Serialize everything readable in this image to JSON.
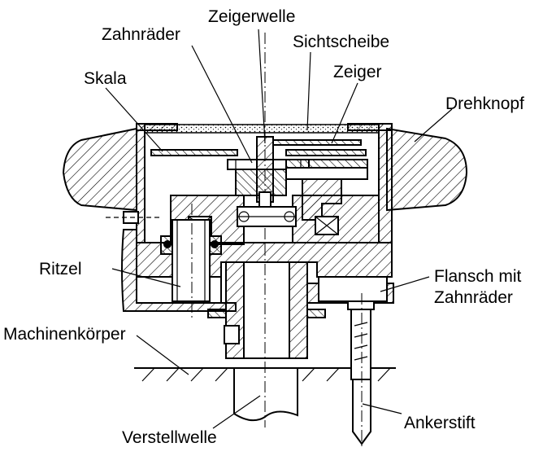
{
  "labels": {
    "zeigerwelle": "Zeigerwelle",
    "zahnraeder": "Zahnräder",
    "sichtscheibe": "Sichtscheibe",
    "zeiger": "Zeiger",
    "skala": "Skala",
    "drehknopf": "Drehknopf",
    "ritzel": "Ritzel",
    "flansch_line1": "Flansch mit",
    "flansch_line2": "Zahnräder",
    "maschinenkoerper": "Machinenkörper",
    "ankerstift": "Ankerstift",
    "verstellwelle": "Verstellwelle"
  },
  "colors": {
    "ink": "#000000",
    "paper": "#ffffff"
  }
}
